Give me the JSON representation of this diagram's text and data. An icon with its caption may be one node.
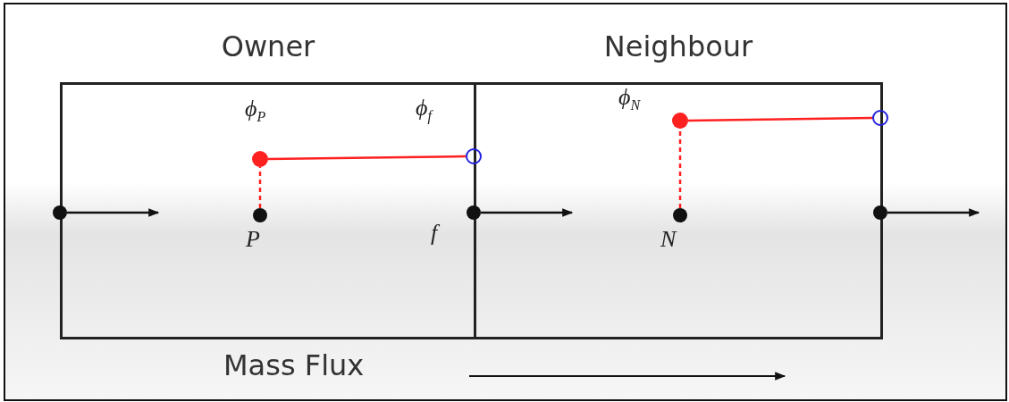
{
  "diagram": {
    "nodes": [
      {
        "text": [
          "Owner"
        ]
      },
      {
        "text": [
          "Neighbour"
        ]
      },
      {
        "text": [
          "ϕ$_{P}$"
        ],
        "in": 0
      },
      {
        "text": [
          "P"
        ],
        "in": 0
      },
      {
        "text": [
          "ϕ$_{f}$"
        ]
      },
      {
        "text": [
          "f"
        ]
      },
      {
        "text": [],
        "shape": "circle"
      },
      {
        "text": [
          "ϕ$_{N}$"
        ],
        "in": 1
      },
      {
        "text": [
          "N"
        ],
        "in": 1
      },
      {
        "text": [],
        "shape": "circle"
      },
      {
        "text": [],
        "shape": "circle"
      }
    ],
    "edges": [
      {
        "from": 2,
        "to": 4,
        "arrow": "none"
      },
      {
        "from": 3,
        "to": 2,
        "arrow": "none",
        "style": "dashed"
      },
      {
        "from": 7,
        "to": 9,
        "arrow": "none"
      },
      {
        "from": 8,
        "to": 7,
        "arrow": "none",
        "style": "dashed"
      },
      {
        "from": 6,
        "to": null,
        "arrow": "to",
        "color": "#111111"
      },
      {
        "from": 5,
        "to": null,
        "arrow": "to",
        "color": "#111111"
      },
      {
        "from": 10,
        "to": null,
        "arrow": "to",
        "color": "#111111"
      }
    ],
    "labels": [
      "Mass Flux"
    ]
  }
}
